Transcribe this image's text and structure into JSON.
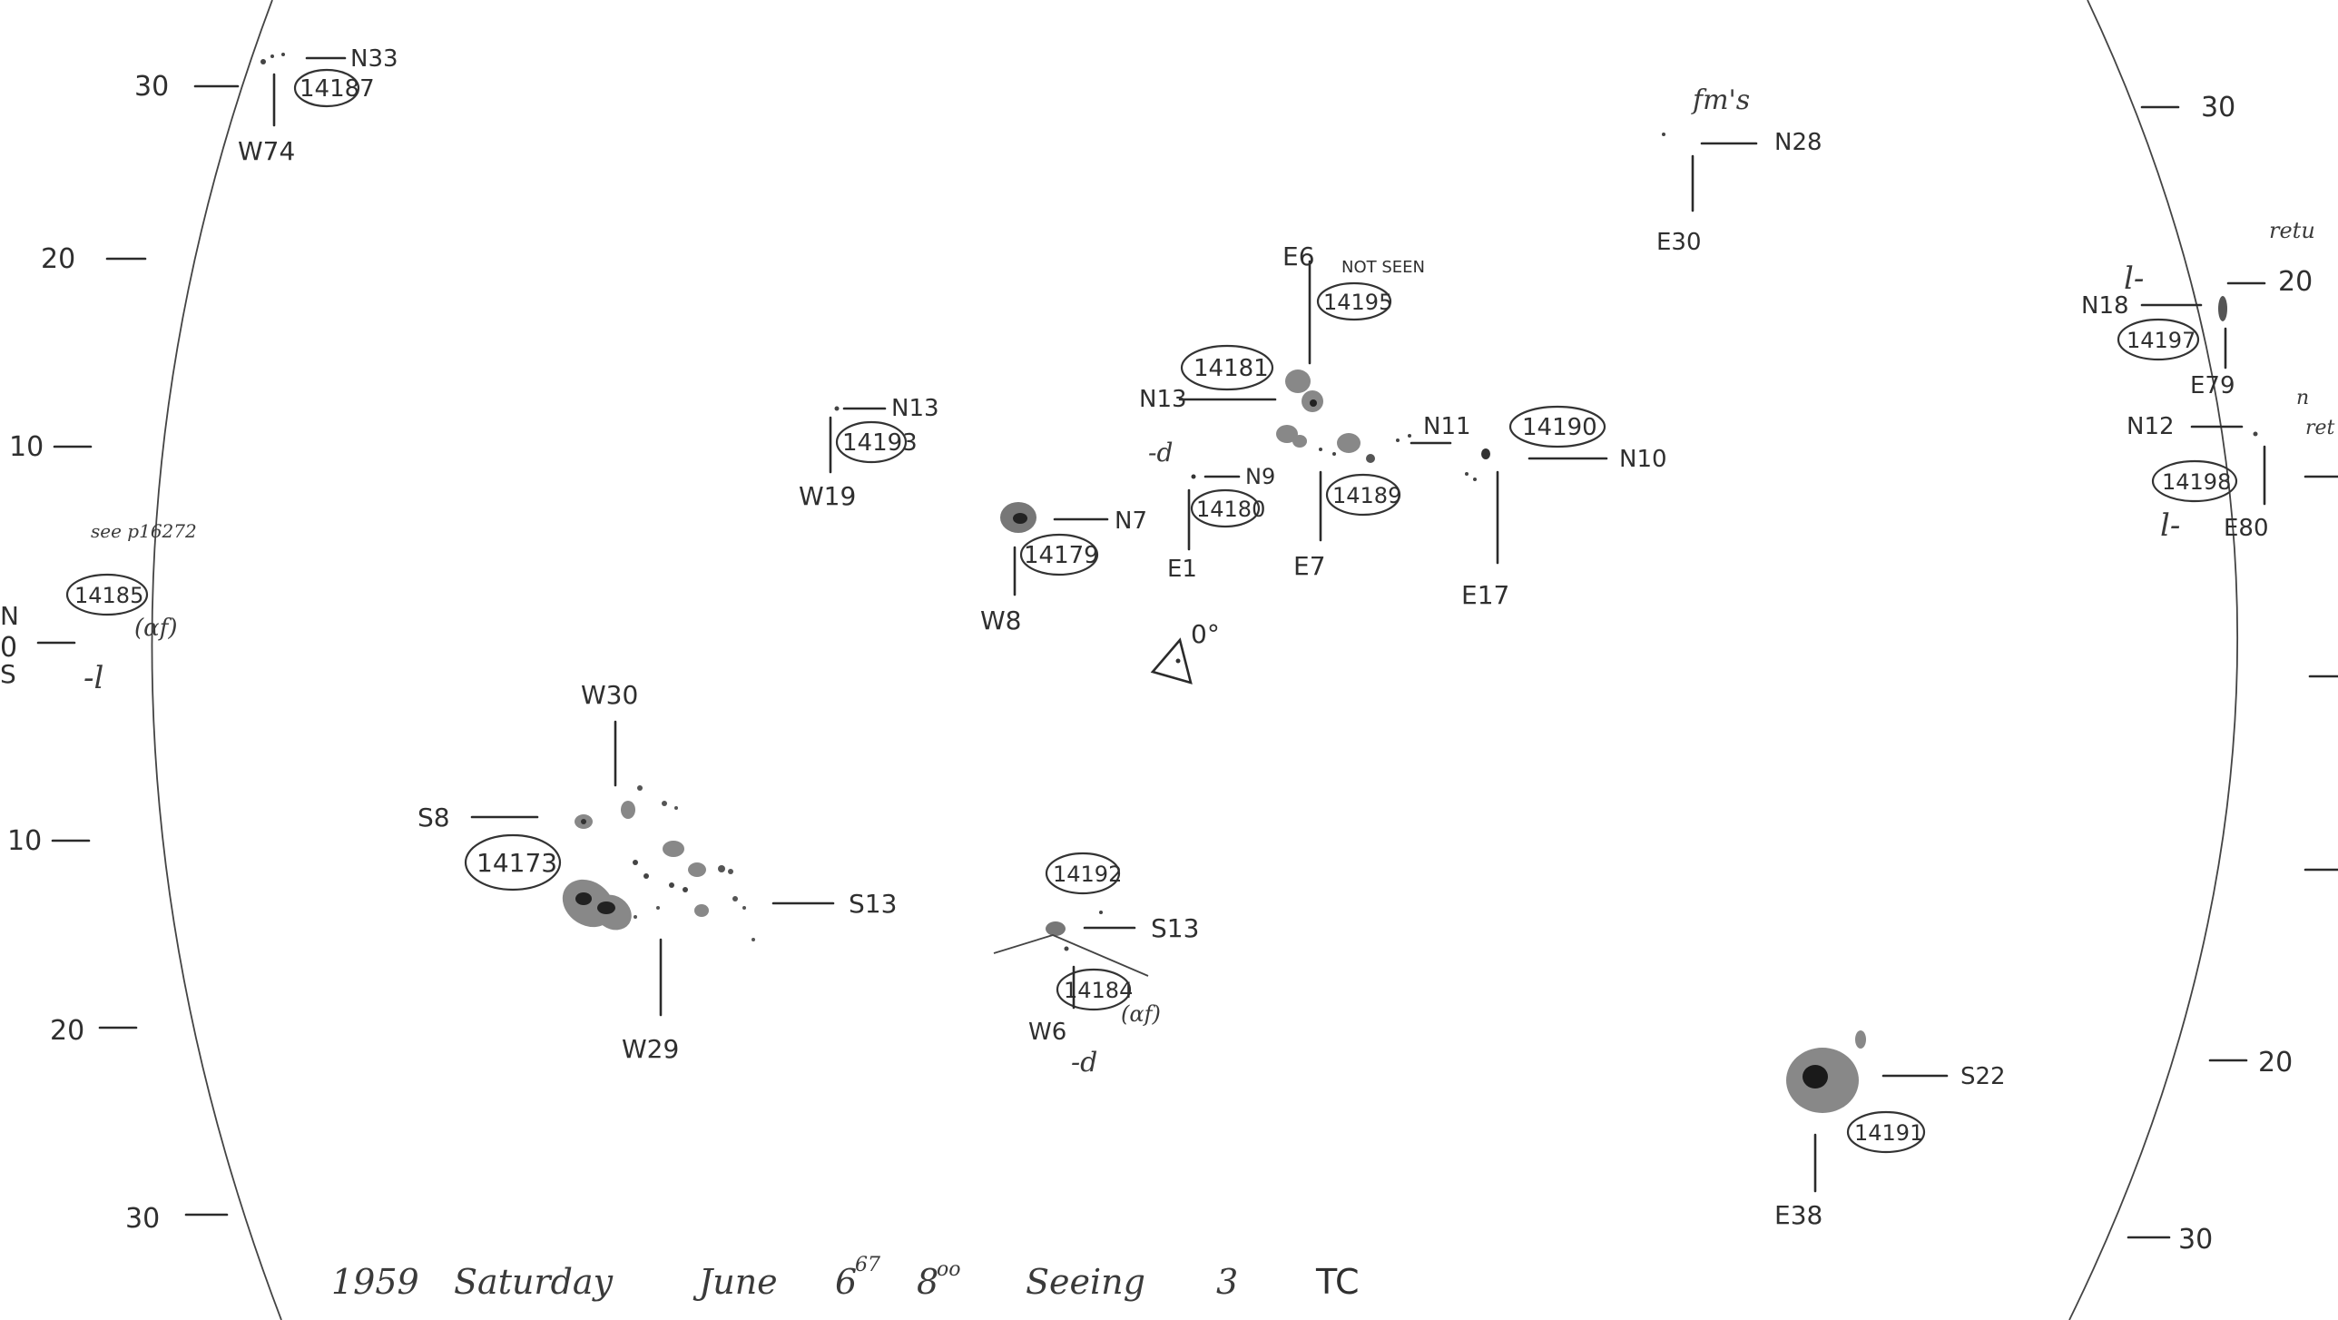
{
  "scale_labels": {
    "left": [
      "30",
      "20",
      "10",
      "0",
      "10",
      "20",
      "30"
    ],
    "right": [
      "30",
      "20",
      "20",
      "30"
    ],
    "left_hemisphere": [
      "N",
      "S"
    ]
  },
  "groups": [
    {
      "number": "14187",
      "lat": "N33",
      "lon": "W74"
    },
    {
      "number": "14193",
      "lat": "N13",
      "lon": "W19"
    },
    {
      "number": "14179",
      "lat": "N7",
      "lon": "W8"
    },
    {
      "number": "14180",
      "lat": "N9",
      "lon": "E1",
      "note": "-d"
    },
    {
      "number": "14181",
      "lat": "N13",
      "lon": "E6"
    },
    {
      "number": "14195",
      "note": "NOT SEEN"
    },
    {
      "number": "14189",
      "lat": "N11",
      "lon": "E7"
    },
    {
      "number": "14190",
      "lat": "N10",
      "lon": "E17"
    },
    {
      "lat": "N28",
      "lon": "E30",
      "note": "fm's"
    },
    {
      "number": "14197",
      "lat": "N18",
      "lon": "E79",
      "note": "l-"
    },
    {
      "number": "14198",
      "lat": "N12",
      "lon": "E80",
      "note": "l-"
    },
    {
      "number": "14185",
      "note": "see p16272",
      "note2": "-l",
      "note3": "(αf)"
    },
    {
      "number": "14173",
      "lat": "S8",
      "lat2": "S13",
      "lon": "W30",
      "lon2": "W29"
    },
    {
      "number": "14192",
      "lat": "S13"
    },
    {
      "number": "14184",
      "lon": "W6",
      "note": "-d",
      "note2": "(αf)"
    },
    {
      "number": "14191",
      "lat": "S22",
      "lon": "E38"
    }
  ],
  "edge_notes": {
    "right_top": "retu",
    "right_mid": "n",
    "right_mid2": "ret"
  },
  "pole_mark": "0°",
  "footer": {
    "year": "1959",
    "day": "Saturday",
    "month": "June",
    "date": "6",
    "date_sup": "67",
    "time": "8",
    "time_sup": "oo",
    "seeing_label": "Seeing",
    "seeing_value": "3",
    "observer": "TC"
  }
}
